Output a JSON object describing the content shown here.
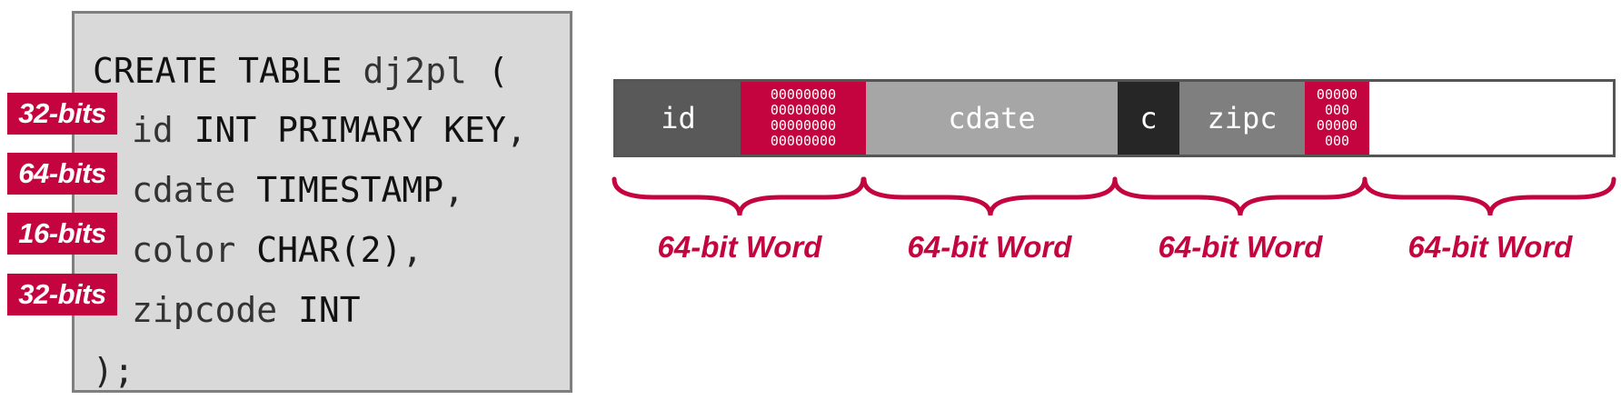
{
  "sql": {
    "create_keyword": "CREATE TABLE",
    "table_name": "dj2pl",
    "open_paren": "(",
    "close": ");",
    "columns": [
      {
        "bits": "32-bits",
        "name": "id",
        "type": "INT PRIMARY KEY",
        "suffix": ","
      },
      {
        "bits": "64-bits",
        "name": "cdate",
        "type": "TIMESTAMP",
        "suffix": ","
      },
      {
        "bits": "16-bits",
        "name": "color",
        "type": "CHAR(2)",
        "suffix": ","
      },
      {
        "bits": "32-bits",
        "name": "zipcode",
        "type": "INT",
        "suffix": ""
      }
    ]
  },
  "memory": {
    "segments": [
      {
        "label": "id",
        "kind": "field",
        "color": "#595959"
      },
      {
        "label": [
          "00000000",
          "00000000",
          "00000000",
          "00000000"
        ],
        "kind": "padding",
        "color": "#c4043f"
      },
      {
        "label": "cdate",
        "kind": "field",
        "color": "#a6a6a6"
      },
      {
        "label": "c",
        "kind": "field",
        "color": "#262626"
      },
      {
        "label": "zipc",
        "kind": "field",
        "color": "#7f7f7f"
      },
      {
        "label": [
          "00000",
          "000",
          "00000",
          "000"
        ],
        "kind": "padding",
        "color": "#c4043f"
      }
    ],
    "words": [
      "64-bit Word",
      "64-bit Word",
      "64-bit Word",
      "64-bit Word"
    ]
  },
  "colors": {
    "accent": "#c4043f",
    "code_bg": "#d9d9d9"
  }
}
